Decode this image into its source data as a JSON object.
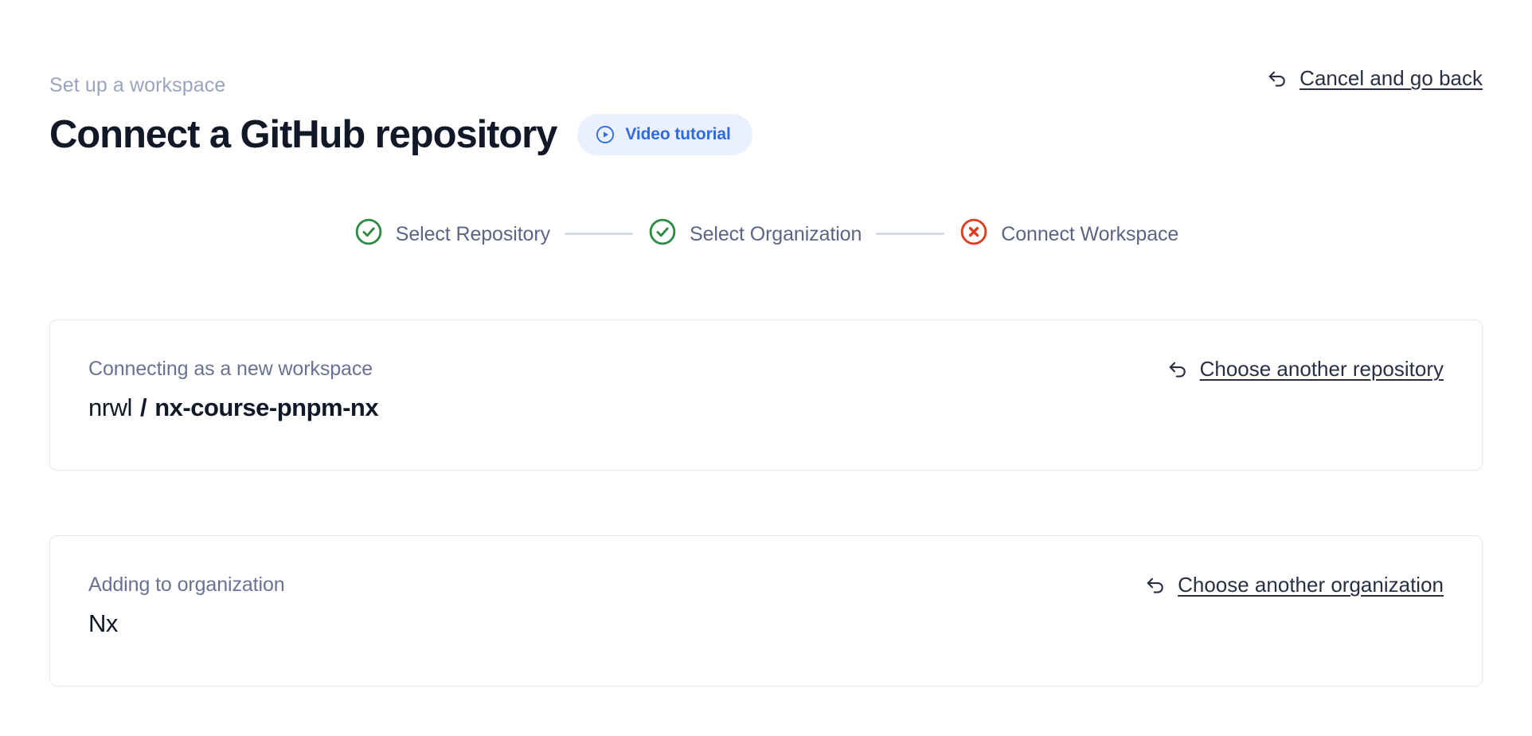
{
  "header": {
    "eyebrow": "Set up a workspace",
    "title": "Connect a GitHub repository",
    "video_badge": {
      "label": "Video tutorial",
      "icon": "play-circle-icon",
      "text_color": "#2f6ae0",
      "background_color": "#eaf0fe"
    },
    "cancel_link": {
      "label": "Cancel and go back",
      "icon": "back-arrow-icon"
    }
  },
  "stepper": {
    "steps": [
      {
        "label": "Select Repository",
        "state": "complete",
        "icon": "check-circle-icon",
        "color": "#2e8b45"
      },
      {
        "label": "Select Organization",
        "state": "complete",
        "icon": "check-circle-icon",
        "color": "#2e8b45"
      },
      {
        "label": "Connect Workspace",
        "state": "error",
        "icon": "x-circle-icon",
        "color": "#e03a1f"
      }
    ],
    "connector_color": "#d3d9e6",
    "label_color": "#5d6484"
  },
  "cards": [
    {
      "eyebrow": "Connecting as a new workspace",
      "owner": "nrwl",
      "separator": "/",
      "repo": "nx-course-pnpm-nx",
      "action": {
        "label": "Choose another repository",
        "icon": "back-arrow-icon"
      }
    },
    {
      "eyebrow": "Adding to organization",
      "value": "Nx",
      "action": {
        "label": "Choose another organization",
        "icon": "back-arrow-icon"
      }
    }
  ]
}
